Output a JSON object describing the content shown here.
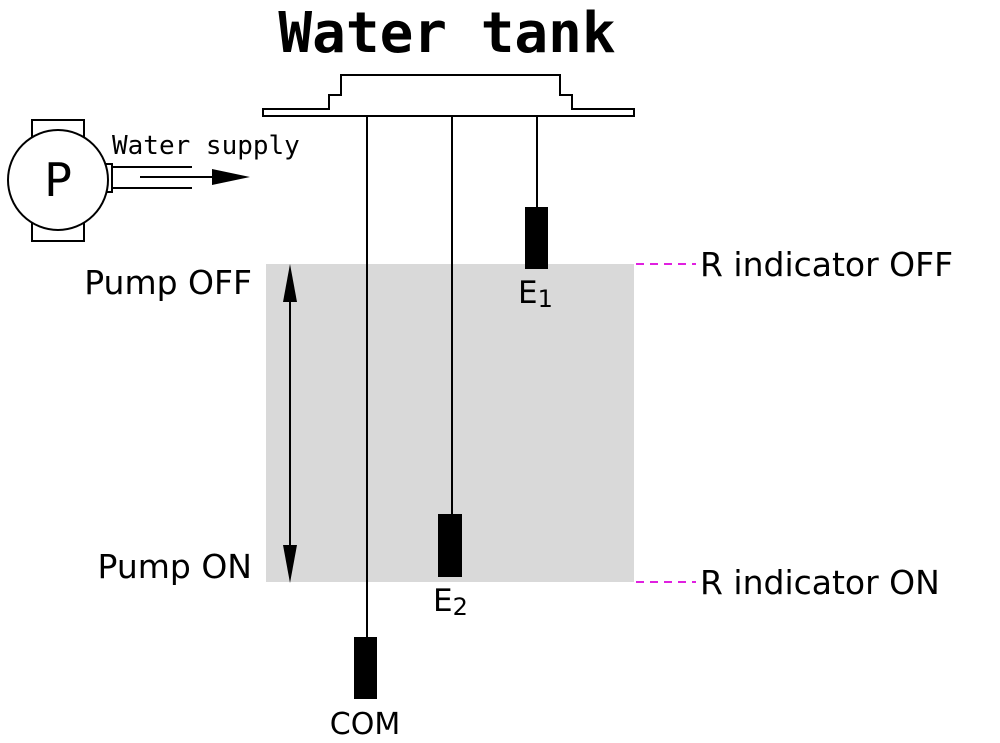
{
  "title": "Water tank",
  "pump": {
    "symbol": "P",
    "supply_label": "Water supply"
  },
  "levels": {
    "pump_off": "Pump OFF",
    "pump_on": "Pump ON",
    "indicator_off": "R indicator OFF",
    "indicator_on": "R indicator ON"
  },
  "electrodes": {
    "e1_main": "E",
    "e1_sub": "1",
    "e2_main": "E",
    "e2_sub": "2",
    "com": "COM"
  },
  "colors": {
    "water": "#d9d9d9",
    "leader_dash": "#e020e0",
    "ink": "#000000"
  }
}
